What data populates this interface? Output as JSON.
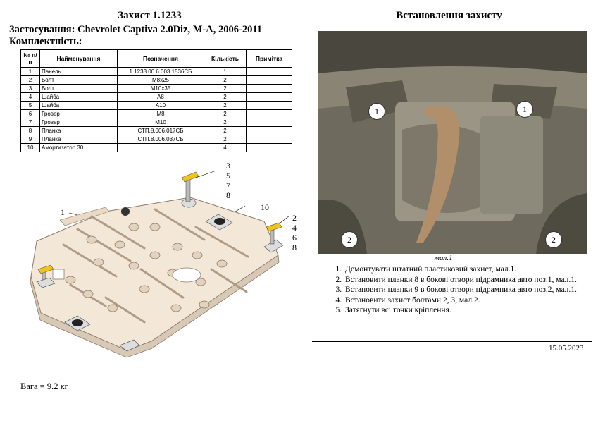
{
  "header": {
    "title": "Захист 1.1233",
    "application_label": "Застосування:",
    "application_value": "Chevrolet Captiva 2.0Diz, М-А, 2006-2011",
    "kit_label": "Комплектність:"
  },
  "parts_table": {
    "columns": [
      "№ п/п",
      "Найменування",
      "Позначення",
      "Кількість",
      "Примітка"
    ],
    "rows": [
      {
        "n": "1",
        "name": "Панель",
        "code": "1.1233.00.6.003.1536СБ",
        "qty": "1",
        "note": ""
      },
      {
        "n": "2",
        "name": "Болт",
        "code": "M8x25",
        "qty": "2",
        "note": ""
      },
      {
        "n": "3",
        "name": "Болт",
        "code": "M10x35",
        "qty": "2",
        "note": ""
      },
      {
        "n": "4",
        "name": "Шайба",
        "code": "A8",
        "qty": "2",
        "note": ""
      },
      {
        "n": "5",
        "name": "Шайба",
        "code": "A10",
        "qty": "2",
        "note": ""
      },
      {
        "n": "6",
        "name": "Гровер",
        "code": "M8",
        "qty": "2",
        "note": ""
      },
      {
        "n": "7",
        "name": "Гровер",
        "code": "M10",
        "qty": "2",
        "note": ""
      },
      {
        "n": "8",
        "name": "Планка",
        "code": "СТП.8.006.017СБ",
        "qty": "2",
        "note": ""
      },
      {
        "n": "9",
        "name": "Планка",
        "code": "СТП.8.006.037СБ",
        "qty": "2",
        "note": ""
      },
      {
        "n": "10",
        "name": "Амортизатор 30",
        "code": "",
        "qty": "4",
        "note": ""
      }
    ]
  },
  "drawing_callouts": {
    "panel": "1",
    "rear_stack": [
      "3",
      "5",
      "7",
      "8"
    ],
    "damper": "10",
    "right_stack": [
      "2",
      "4",
      "6",
      "8"
    ]
  },
  "install": {
    "title": "Встановлення захисту",
    "photo_markers": [
      "1",
      "1",
      "2",
      "2"
    ],
    "caption": "мал.1",
    "steps": [
      "Демонтувати штатний пластиковий захист, мал.1.",
      "Встановити планки 8 в бокові отвори підрамника авто поз.1, мал.1.",
      "Встановити планки 9 в бокові отвори підрамника авто поз.2, мал.1.",
      "Встановити захист болтами 2, 3, мал.2.",
      "Затягнути всі точки кріплення."
    ],
    "date": "15.05.2023"
  },
  "footer": {
    "weight": "Вага = 9.2 кг"
  },
  "colors": {
    "plate_fill": "#f3e7d8",
    "bracket_yellow": "#f0c419",
    "photo_bg": "#6e6a5d"
  }
}
